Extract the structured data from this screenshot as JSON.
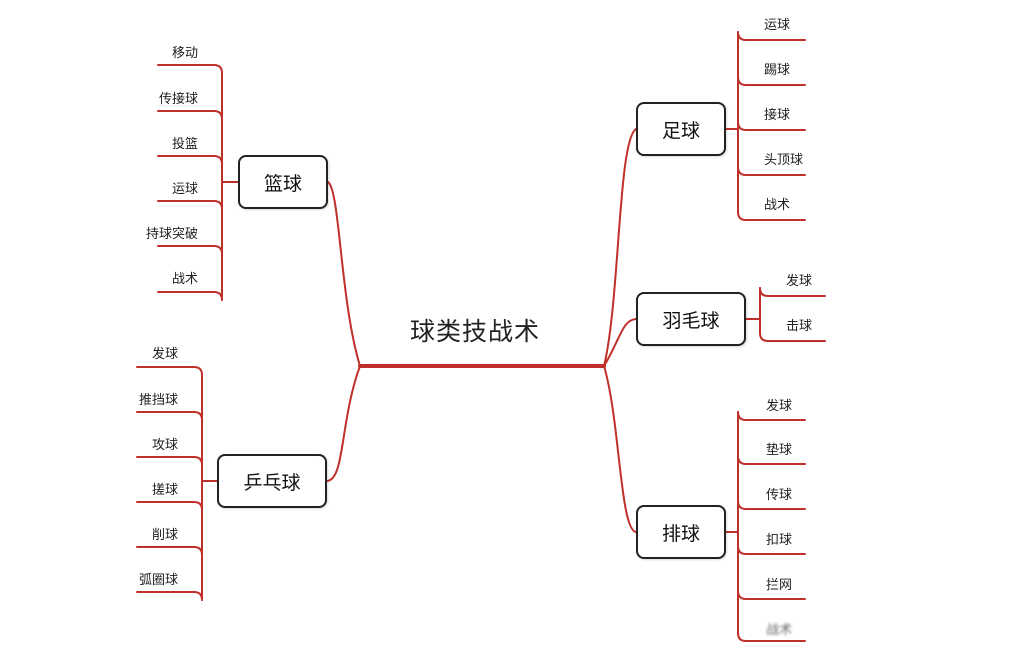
{
  "center": {
    "label": "球类技战术"
  },
  "colors": {
    "line": "#c0302a"
  },
  "branches": {
    "basketball": {
      "label": "篮球",
      "items": [
        "移动",
        "传接球",
        "投篮",
        "运球",
        "持球突破",
        "战术"
      ]
    },
    "pingpong": {
      "label": "乒乓球",
      "items": [
        "发球",
        "推挡球",
        "攻球",
        "搓球",
        "削球",
        "弧圈球"
      ]
    },
    "football": {
      "label": "足球",
      "items": [
        "运球",
        "踢球",
        "接球",
        "头顶球",
        "战术"
      ]
    },
    "badminton": {
      "label": "羽毛球",
      "items": [
        "发球",
        "击球"
      ]
    },
    "volleyball": {
      "label": "排球",
      "items": [
        "发球",
        "垫球",
        "传球",
        "扣球",
        "拦网",
        "战术"
      ]
    }
  }
}
